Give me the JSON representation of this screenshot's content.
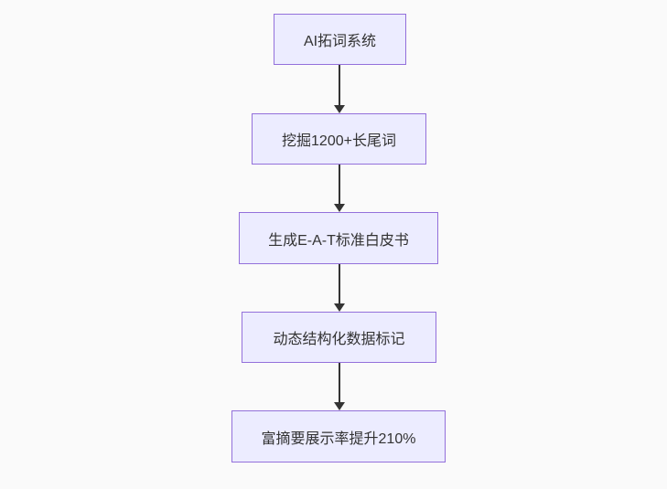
{
  "diagram": {
    "type": "flowchart",
    "direction": "top-down",
    "nodes": [
      {
        "id": "step1",
        "label": "AI拓词系统"
      },
      {
        "id": "step2",
        "label": "挖掘1200+长尾词"
      },
      {
        "id": "step3",
        "label": "生成E-A-T标准白皮书"
      },
      {
        "id": "step4",
        "label": "动态结构化数据标记"
      },
      {
        "id": "step5",
        "label": "富摘要展示率提升210%"
      }
    ],
    "edges": [
      {
        "from": "step1",
        "to": "step2",
        "arrow": "down"
      },
      {
        "from": "step2",
        "to": "step3",
        "arrow": "down"
      },
      {
        "from": "step3",
        "to": "step4",
        "arrow": "down"
      },
      {
        "from": "step4",
        "to": "step5",
        "arrow": "down"
      }
    ],
    "colors": {
      "background": "#fafafa",
      "node_fill": "#ececff",
      "node_border": "#9370db",
      "node_text": "#333333",
      "arrow": "#333333"
    }
  }
}
